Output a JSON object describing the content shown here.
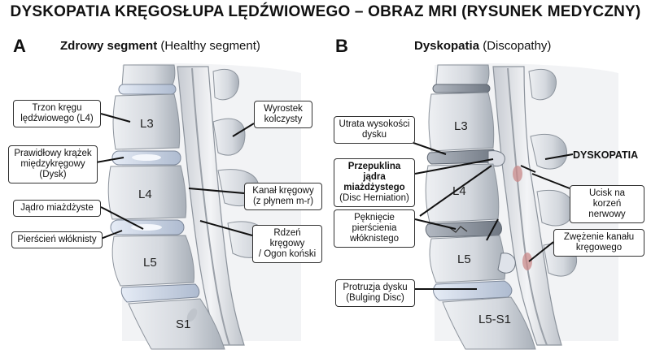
{
  "title": "DYSKOPATIA KRĘGOSŁUPA LĘDŹWIOWEGO – OBRAZ MRI (RYSUNEK MEDYCZNY)",
  "panel_a": {
    "letter": "A",
    "heading_bold": "Zdrowy segment",
    "heading_rest": "(Healthy segment)",
    "vertebrae": [
      "L3",
      "L4",
      "L5",
      "S1"
    ],
    "labels": {
      "trzon": [
        "Trzon kręgu",
        "lędźwiowego (L4)"
      ],
      "krazek": [
        "Prawidłowy krążek",
        "międzykręgowy",
        "(Dysk)"
      ],
      "jadro": [
        "Jądro miażdżyste"
      ],
      "pierscien": [
        "Pierścień włóknisty"
      ],
      "wyrostek": [
        "Wyrostek",
        "kolczysty"
      ],
      "kanal": [
        "Kanał kręgowy",
        "(z płynem m-r)"
      ],
      "rdzen": [
        "Rdzeń kręgowy",
        "/ Ogon koński"
      ]
    }
  },
  "panel_b": {
    "letter": "B",
    "heading_bold": "Dyskopatia",
    "heading_rest": "(Discopathy)",
    "vertebrae": [
      "L3",
      "L4",
      "L5",
      "L5-S1"
    ],
    "labels": {
      "utrata": [
        "Utrata wysokości",
        "dysku"
      ],
      "przepuklina": [
        "Przepuklina jądra",
        "miażdżystego",
        "(Disc Herniation)"
      ],
      "pekniecie": [
        "Pęknięcie",
        "pierścienia",
        "włóknistego"
      ],
      "protruzja": [
        "Protruzja dysku",
        "(Bulging Disc)"
      ],
      "dyskopatia": "DYSKOPATIA",
      "ucisk": [
        "Ucisk na",
        "korzeń nerwowy"
      ],
      "zwezenie": [
        "Zwężenie kanału",
        "kręgowego"
      ]
    }
  },
  "colors": {
    "bone": "#d9dde3",
    "bone_dark": "#9aa1ab",
    "disc": "#c9d4e6",
    "disc_bad": "#8f97a3",
    "canal": "#eceef2",
    "inflammation": "#c98a8a"
  }
}
